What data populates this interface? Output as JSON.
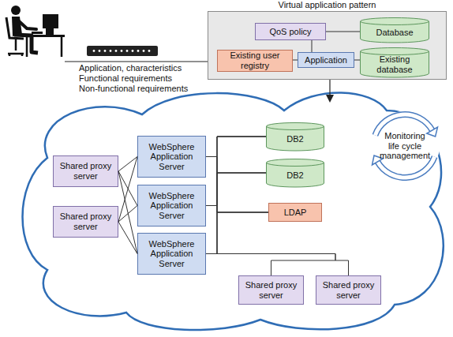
{
  "diagram": {
    "nodes": [
      {
        "text": [
          "Virtual application pattern"
        ]
      },
      {
        "text": [
          "QoS policy"
        ],
        "in": 0
      },
      {
        "text": [
          "Database"
        ],
        "in": 0
      },
      {
        "text": [
          "Existing user registry"
        ],
        "in": 0
      },
      {
        "text": [
          "Application"
        ],
        "in": 0
      },
      {
        "text": [
          "Existing database"
        ],
        "in": 0
      },
      {
        "text": [
          "Shared proxy server"
        ]
      },
      {
        "text": [
          "WebSphere Application Server"
        ]
      },
      {
        "text": [
          "DB2"
        ]
      },
      {
        "text": [
          "Monitoring life cycle management"
        ]
      },
      {
        "text": [
          "Shared proxy server"
        ]
      },
      {
        "text": [
          "WebSphere Application Server"
        ]
      },
      {
        "text": [
          "DB2"
        ]
      },
      {
        "text": [
          "LDAP"
        ]
      },
      {
        "text": [
          "WebSphere Application Server"
        ]
      },
      {
        "text": [
          "Shared proxy server"
        ]
      },
      {
        "text": [
          "Shared proxy server"
        ]
      }
    ],
    "edges": [
      {
        "from": 1,
        "to": 2,
        "arrow": "none"
      },
      {
        "from": 1,
        "to": 4,
        "arrow": "none"
      },
      {
        "from": 3,
        "to": 4,
        "arrow": "none"
      },
      {
        "from": 4,
        "to": 5,
        "arrow": "none"
      },
      {
        "from": 6,
        "to": 7,
        "arrow": "none"
      },
      {
        "from": 6,
        "to": 11,
        "arrow": "none"
      },
      {
        "from": 6,
        "to": 14,
        "arrow": "none"
      },
      {
        "from": 10,
        "to": 7,
        "arrow": "none"
      },
      {
        "from": 10,
        "to": 11,
        "arrow": "none"
      },
      {
        "from": 10,
        "to": 14,
        "arrow": "none"
      },
      {
        "from": 7,
        "to": 8,
        "arrow": "none"
      },
      {
        "from": 7,
        "to": 12,
        "arrow": "none"
      },
      {
        "from": 7,
        "to": 13,
        "arrow": "none"
      },
      {
        "from": 11,
        "to": 8,
        "arrow": "none"
      },
      {
        "from": 11,
        "to": 12,
        "arrow": "none"
      },
      {
        "from": 11,
        "to": 13,
        "arrow": "none"
      },
      {
        "from": 14,
        "to": 8,
        "arrow": "none"
      },
      {
        "from": 14,
        "to": 12,
        "arrow": "none"
      },
      {
        "from": 14,
        "to": 13,
        "arrow": "none"
      },
      {
        "from": 14,
        "to": 15,
        "arrow": "none"
      },
      {
        "from": 14,
        "to": 16,
        "arrow": "none"
      }
    ],
    "labels": [
      "Application, characteristics",
      "Functional requirements",
      "Non-functional requirements"
    ]
  }
}
